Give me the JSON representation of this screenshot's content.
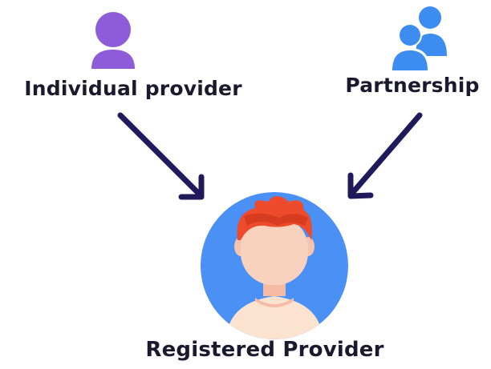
{
  "nodes": {
    "individual": {
      "label": "Individual provider",
      "icon": "person-icon",
      "color": "#8e5cd9"
    },
    "partnership": {
      "label": "Partnership",
      "icon": "people-icon",
      "color": "#3d8cf0"
    },
    "registered": {
      "label": "Registered Provider",
      "icon": "avatar-icon",
      "color": "#4a90f5"
    }
  },
  "arrow_color": "#1f1a5c",
  "edges": [
    {
      "from": "individual",
      "to": "registered"
    },
    {
      "from": "partnership",
      "to": "registered"
    }
  ]
}
